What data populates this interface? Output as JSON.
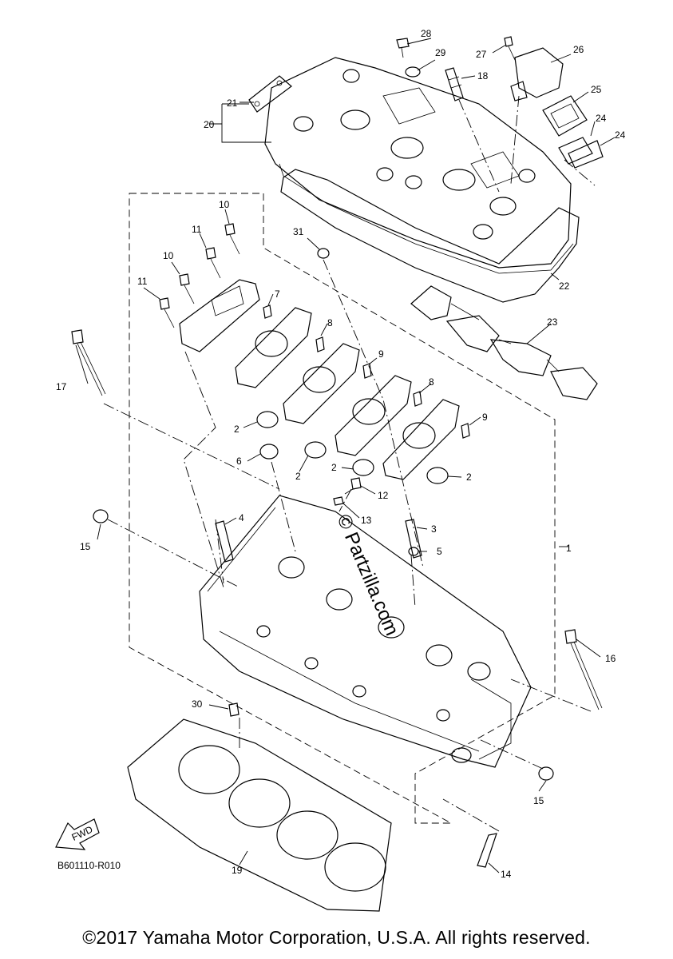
{
  "diagram": {
    "callouts": [
      "1",
      "2",
      "2",
      "2",
      "2",
      "3",
      "4",
      "5",
      "6",
      "7",
      "8",
      "8",
      "9",
      "9",
      "10",
      "10",
      "11",
      "11",
      "12",
      "13",
      "14",
      "15",
      "15",
      "16",
      "17",
      "18",
      "19",
      "20",
      "21",
      "22",
      "23",
      "24",
      "24",
      "25",
      "26",
      "27",
      "28",
      "29",
      "30",
      "31"
    ],
    "fwd_label": "FWD",
    "drawing_code": "B601110-R010",
    "watermark": "© Partzilla.com"
  },
  "copyright": "©2017 Yamaha Motor Corporation, U.S.A. All rights reserved."
}
